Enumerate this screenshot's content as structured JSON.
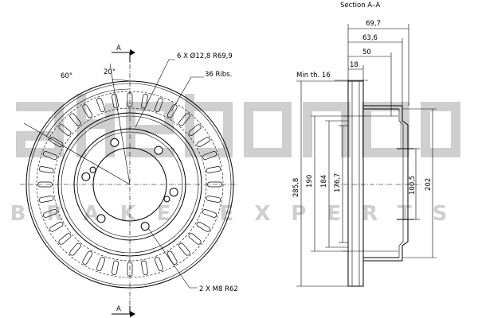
{
  "watermark": {
    "logo": "akebono",
    "tagline": "BRAKE EXPERTS",
    "color": "#cfcfcf"
  },
  "front_view": {
    "section_mark_top": "A",
    "section_mark_bottom": "A",
    "angle_outer": "60°",
    "angle_inner": "20°",
    "callout_holes": "6 X Ø12,8 R69,9",
    "callout_ribs": "36 Ribs.",
    "callout_threads": "2 X M8 R62"
  },
  "section_view": {
    "title": "Section A–A",
    "dim_overall_width": "69,7",
    "dim_hat_depth": "63,6",
    "dim_50": "50",
    "dim_18": "18",
    "min_thickness": "Min th. 16",
    "dim_outer_diameter": "285,8",
    "dim_190": "190",
    "dim_184": "184",
    "dim_176_7": "176,7",
    "dim_center_bore": "100,5",
    "dim_hat_diameter": "202"
  }
}
